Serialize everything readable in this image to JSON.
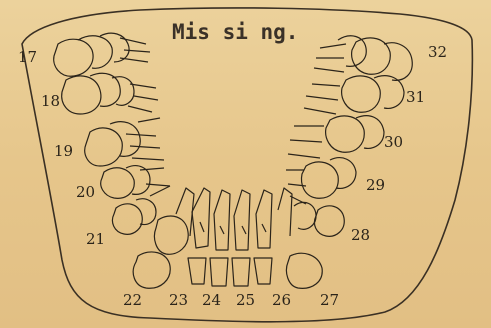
{
  "title": "Mis si ng.",
  "tooth_numbers": {
    "t17": "17",
    "t18": "18",
    "t19": "19",
    "t20": "20",
    "t21": "21",
    "t22": "22",
    "t23": "23",
    "t24": "24",
    "t25": "25",
    "t26": "26",
    "t27": "27",
    "t28": "28",
    "t29": "29",
    "t30": "30",
    "t31": "31",
    "t32": "32"
  },
  "colors": {
    "paper": "#e8c98f",
    "ink": "#2b241a"
  }
}
